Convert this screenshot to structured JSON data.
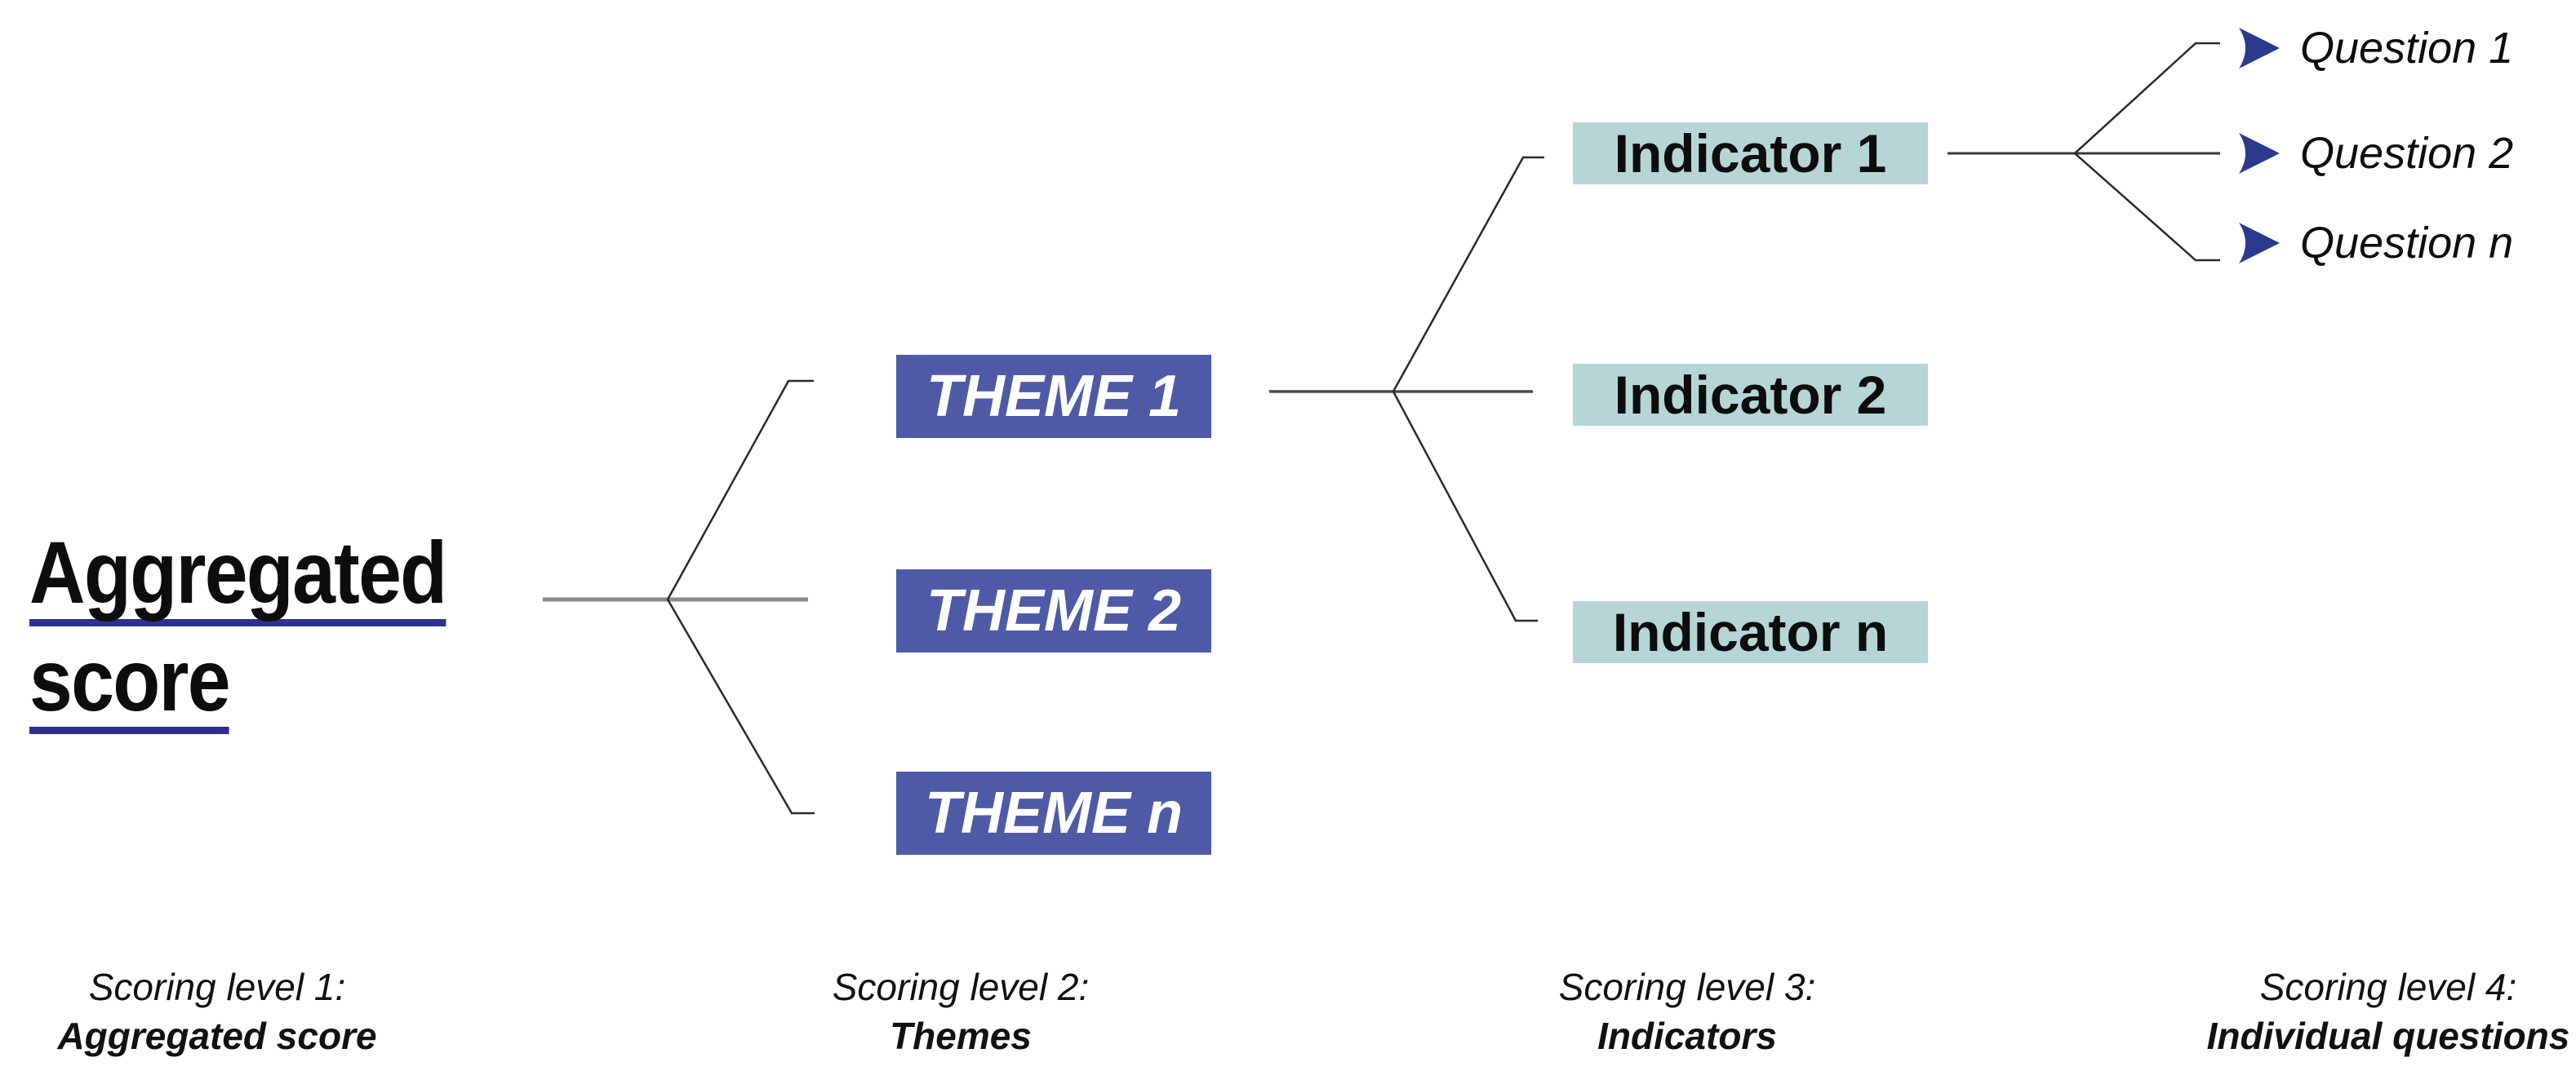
{
  "diagram": {
    "root": {
      "line1": "Aggregated",
      "line2": "score"
    },
    "themes": [
      {
        "label": "THEME 1"
      },
      {
        "label": "THEME 2"
      },
      {
        "label": "THEME n"
      }
    ],
    "indicators": [
      {
        "label": "Indicator 1"
      },
      {
        "label": "Indicator 2"
      },
      {
        "label": "Indicator n"
      }
    ],
    "questions": [
      {
        "label": "Question 1"
      },
      {
        "label": "Question 2"
      },
      {
        "label": "Question n"
      }
    ],
    "levels": [
      {
        "line1": "Scoring level 1:",
        "line2": "Aggregated score"
      },
      {
        "line1": "Scoring level 2:",
        "line2": "Themes"
      },
      {
        "line1": "Scoring level 3:",
        "line2": "Indicators"
      },
      {
        "line1": "Scoring level 4:",
        "line2": "Individual questions"
      }
    ]
  },
  "colors": {
    "theme_box": "#4f5aa7",
    "indicator_box": "#b6d6d6",
    "heading_underline": "#2f2f8c",
    "question_arrow": "#2b3a8f",
    "connector_line": "#2a2a2a",
    "trunk_line": "#8a8a8a"
  }
}
